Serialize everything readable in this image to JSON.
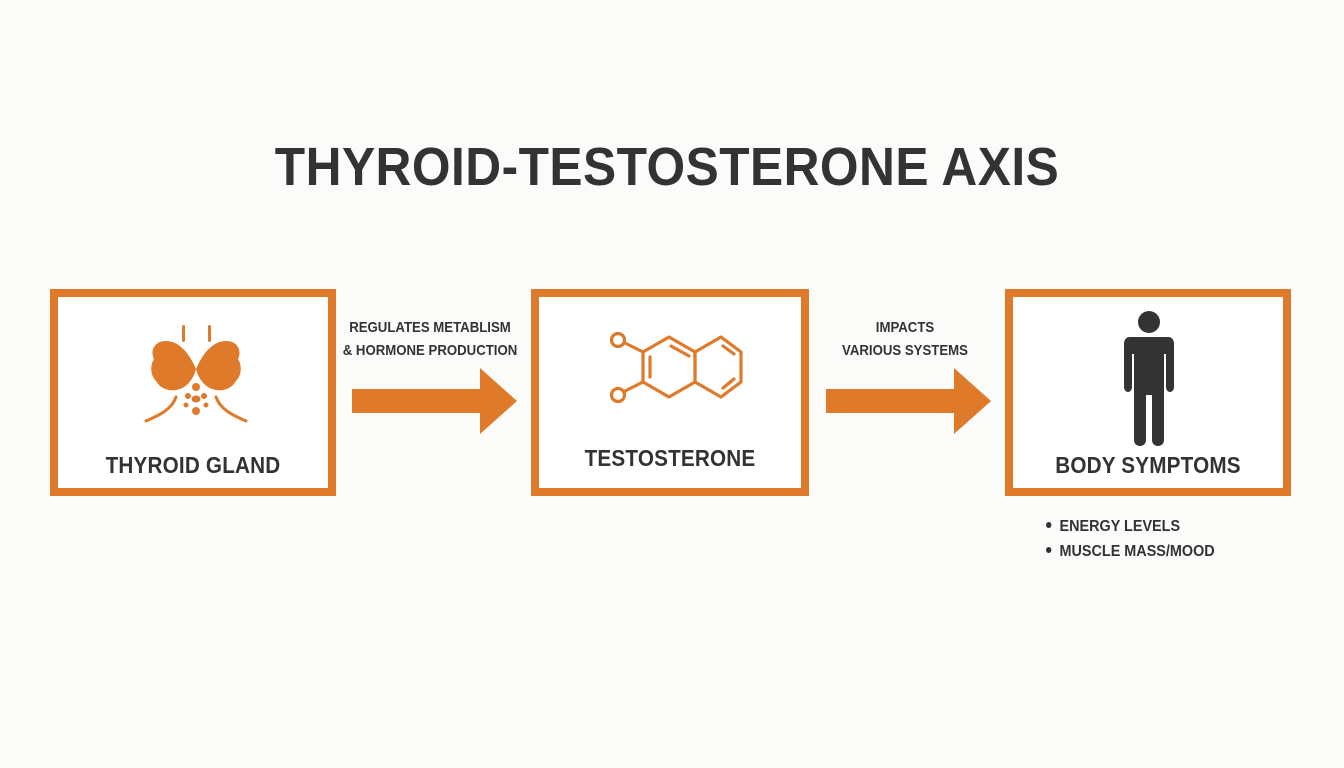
{
  "title": "THYROID-TESTOSTERONE AXIS",
  "colors": {
    "accent": "#e07a2b",
    "text": "#333333",
    "background": "#fbfbfa",
    "box_fill": "#ffffff"
  },
  "nodes": [
    {
      "id": "thyroid",
      "label": "THYROID GLAND",
      "icon": "thyroid-gland-icon"
    },
    {
      "id": "testosterone",
      "label": "TESTOSTERONE",
      "icon": "molecule-structure-icon"
    },
    {
      "id": "body",
      "label": "BODY SYMPTOMS",
      "icon": "person-icon"
    }
  ],
  "edges": [
    {
      "from": "thyroid",
      "to": "testosterone",
      "label_lines": [
        "REGULATES METABLISM",
        "& HORMONE PRODUCTION"
      ]
    },
    {
      "from": "testosterone",
      "to": "body",
      "label_lines": [
        "IMPACTS",
        "VARIOUS SYSTEMS"
      ]
    }
  ],
  "symptoms": [
    "ENERGY LEVELS",
    "MUSCLE MASS/MOOD"
  ]
}
